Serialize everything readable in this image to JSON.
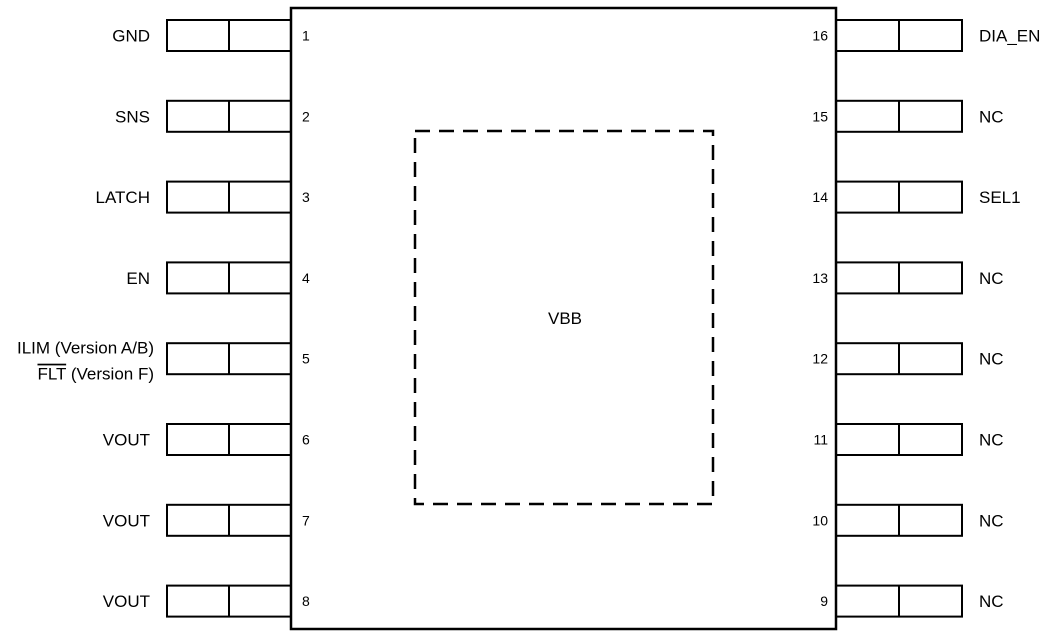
{
  "package": {
    "pad_label": "VBB"
  },
  "left_pins": [
    {
      "number": "1",
      "label": "GND"
    },
    {
      "number": "2",
      "label": "SNS"
    },
    {
      "number": "3",
      "label": "LATCH"
    },
    {
      "number": "4",
      "label": "EN"
    },
    {
      "number": "5",
      "label": "ILIM (Version A/B)",
      "label2_overlined": "FLT",
      "label2_suffix": " (Version F)"
    },
    {
      "number": "6",
      "label": "VOUT"
    },
    {
      "number": "7",
      "label": "VOUT"
    },
    {
      "number": "8",
      "label": "VOUT"
    }
  ],
  "right_pins": [
    {
      "number": "16",
      "label": "DIA_EN"
    },
    {
      "number": "15",
      "label": "NC"
    },
    {
      "number": "14",
      "label": "SEL1"
    },
    {
      "number": "13",
      "label": "NC"
    },
    {
      "number": "12",
      "label": "NC"
    },
    {
      "number": "11",
      "label": "NC"
    },
    {
      "number": "10",
      "label": "NC"
    },
    {
      "number": "9",
      "label": "NC"
    }
  ],
  "colors": {
    "stroke": "#000000",
    "background": "#ffffff"
  }
}
